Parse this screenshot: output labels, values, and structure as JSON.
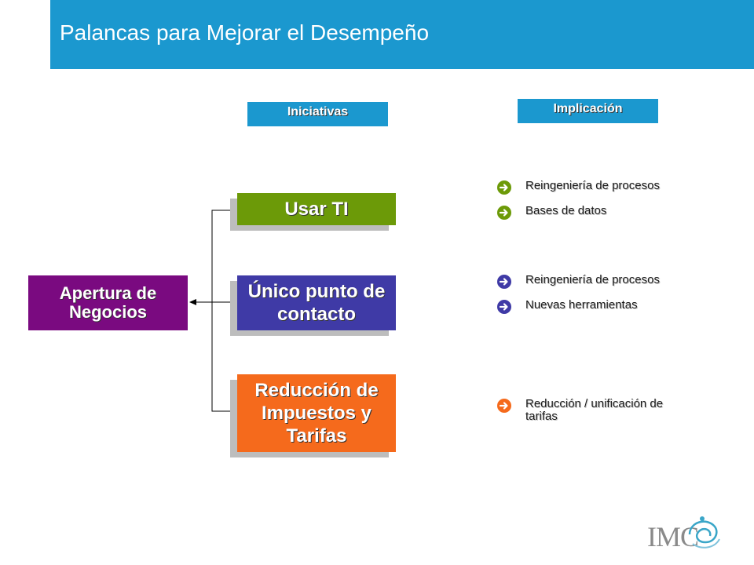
{
  "title": "Palancas para Mejorar el Desempeño",
  "headers": {
    "iniciativas": "Iniciativas",
    "implicacion": "Implicación"
  },
  "main_box": "Apertura de Negocios",
  "initiatives": [
    {
      "label": "Usar TI",
      "color": "#6c9a08"
    },
    {
      "label": "Único punto de contacto",
      "color": "#3f3aa6"
    },
    {
      "label": "Reducción de Impuestos y Tarifas",
      "color": "#f56a1c"
    }
  ],
  "implications": [
    {
      "color": "#6c9a08",
      "items": [
        "Reingeniería de procesos",
        "Bases de datos"
      ]
    },
    {
      "color": "#3f3aa6",
      "items": [
        "Reingeniería de procesos",
        "Nuevas herramientas"
      ]
    },
    {
      "color": "#f56a1c",
      "items": [
        "Reducción / unificación de tarifas"
      ]
    }
  ],
  "logo": {
    "text": "IMC",
    "icon": "imco-swirl-logo"
  },
  "colors": {
    "accent": "#1b98cf",
    "main_box": "#7a0a80"
  }
}
